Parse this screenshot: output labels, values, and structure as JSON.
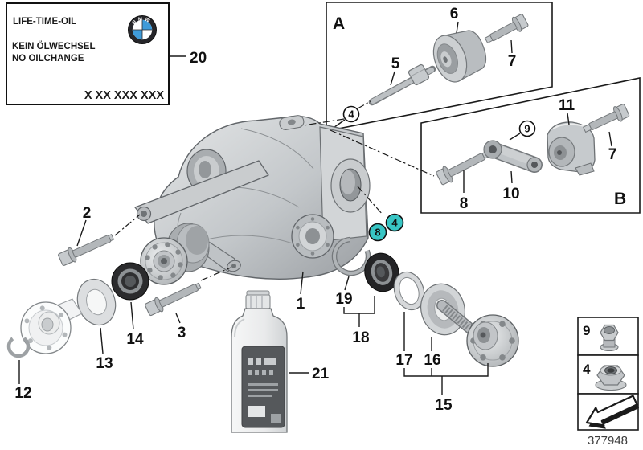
{
  "sticker": {
    "title": "LIFE-TIME-OIL",
    "line_de": "KEIN ÖLWECHSEL",
    "line_en": "NO OILCHANGE",
    "part_code": "X XX XXX XXX",
    "brand_letters": "BMW"
  },
  "labels": {
    "1": "1",
    "2": "2",
    "3": "3",
    "4": "4",
    "5": "5",
    "6": "6",
    "7": "7",
    "8": "8",
    "9": "9",
    "10": "10",
    "11": "11",
    "12": "12",
    "13": "13",
    "14": "14",
    "15": "15",
    "16": "16",
    "17": "17",
    "18": "18",
    "19": "19",
    "20": "20",
    "21": "21",
    "A": "A",
    "B": "B"
  },
  "doc_number": "377948",
  "colors": {
    "teal": "#38C5C4",
    "bmw_blue": "#3F9BD9"
  }
}
